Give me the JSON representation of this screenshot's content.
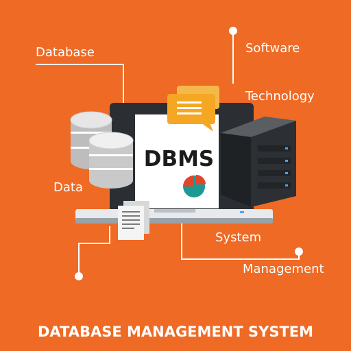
{
  "labels": {
    "database": "Database",
    "software": "Software",
    "technology": "Technology",
    "data": "Data",
    "system": "System",
    "management": "Management"
  },
  "center": {
    "title": "DBMS"
  },
  "footer": {
    "text": "DATABASE MANAGEMENT SYSTEM"
  },
  "colors": {
    "background": "#ee6a25",
    "line": "#ffffff",
    "laptop": "#2b2f33",
    "chat_bubble": "#f5a623",
    "pie_teal": "#1a9a93",
    "pie_red": "#e2452a"
  },
  "icons": [
    "database-cylinders-icon",
    "chat-bubbles-icon",
    "server-rack-icon",
    "document-icon",
    "pie-chart-icon",
    "laptop-icon"
  ]
}
